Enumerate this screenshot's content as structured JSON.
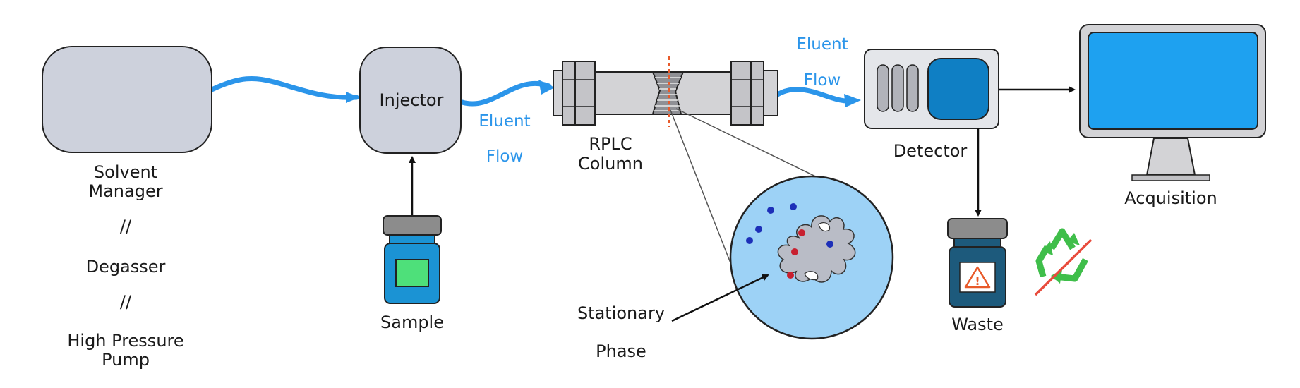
{
  "labels": {
    "solvent_line1": "Solvent",
    "solvent_line2": "Manager",
    "separator1": "//",
    "degasser": "Degasser",
    "separator2": "//",
    "pump_line1": "High Pressure",
    "pump_line2": "Pump",
    "injector": "Injector",
    "sample": "Sample",
    "eluent_flow_1_line1": "Eluent",
    "eluent_flow_1_line2": "Flow",
    "column_line1": "RPLC",
    "column_line2": "Column",
    "eluent_flow_2_line1": "Eluent",
    "eluent_flow_2_line2": "Flow",
    "detector": "Detector",
    "acquisition": "Acquisition",
    "waste": "Waste",
    "stationary_line1": "Stationary",
    "stationary_line2": "Phase",
    "hazard_mark": "!"
  },
  "icons": {
    "waste_hazard": "warning-triangle-icon",
    "no_recycle": "recycle-icon-crossed-out",
    "computer": "monitor-icon"
  },
  "colors": {
    "tube": "#2b95ea",
    "flow_text": "#2b95ea",
    "module_fill": "#cdd1dc",
    "monitor_screen": "#1ea1f0",
    "detector_cell": "#0f7fc4",
    "sample_vial": "#1b93d4",
    "sample_window": "#4ee07a",
    "waste_vial": "#1d5a7c",
    "stationary_phase_bg": "#9dd2f6",
    "recycle_green": "#3fbe4a",
    "cross_red": "#e84b3c",
    "hazard_orange": "#e85a2a"
  }
}
